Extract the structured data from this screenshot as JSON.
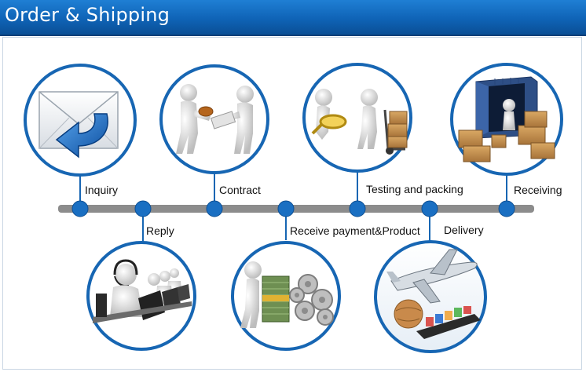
{
  "header": {
    "title": "Order & Shipping"
  },
  "steps": {
    "inquiry": "Inquiry",
    "reply": "Reply",
    "contract": "Contract",
    "receive_payment": "Receive payment&Product",
    "testing": "Testing and packing",
    "delivery": "Delivery",
    "receiving": "Receiving"
  },
  "colors": {
    "header": "#0f63b6",
    "ring": "#1766b3",
    "node": "#1a6fc2",
    "timeline": "#8c8c8c"
  },
  "icons": {
    "inquiry": "envelope-reply-icon",
    "contract": "handshake-contract-icon",
    "testing": "magnifier-boxes-icon",
    "receiving": "container-boxes-icon",
    "reply": "call-center-icon",
    "receive_payment": "money-gears-icon",
    "delivery": "plane-ship-icon"
  }
}
